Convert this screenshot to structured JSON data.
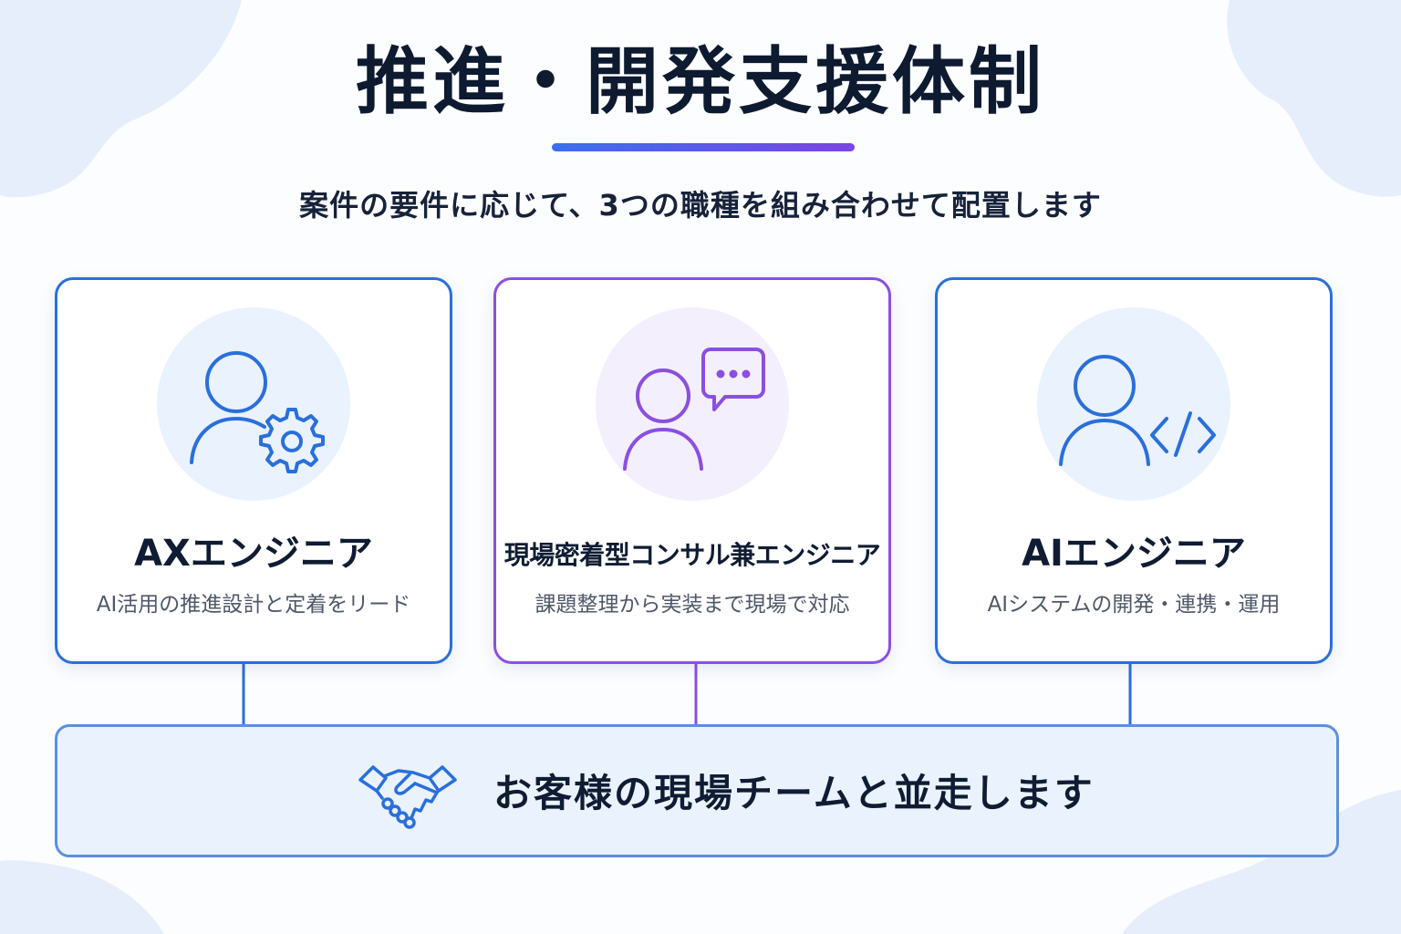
{
  "title": "推進・開発支援体制",
  "subtitle": "案件の要件に応じて、3つの職種を組み合わせて配置します",
  "colors": {
    "blue": "#2a6fdb",
    "purple": "#8b4fe0",
    "accent_gradient": [
      "#3b6ef0",
      "#7b45e6"
    ],
    "banner_bg": "#eaf2fd"
  },
  "roles": [
    {
      "title": "AXエンジニア",
      "description": "AI活用の推進設計と定着をリード",
      "icon": "person-gear-icon"
    },
    {
      "title": "現場密着型コンサル兼エンジニア",
      "description": "課題整理から実装まで現場で対応",
      "icon": "person-chat-icon"
    },
    {
      "title": "AIエンジニア",
      "description": "AIシステムの開発・連携・運用",
      "icon": "person-code-icon"
    }
  ],
  "banner": {
    "text": "お客様の現場チームと並走します",
    "icon": "handshake-icon"
  }
}
